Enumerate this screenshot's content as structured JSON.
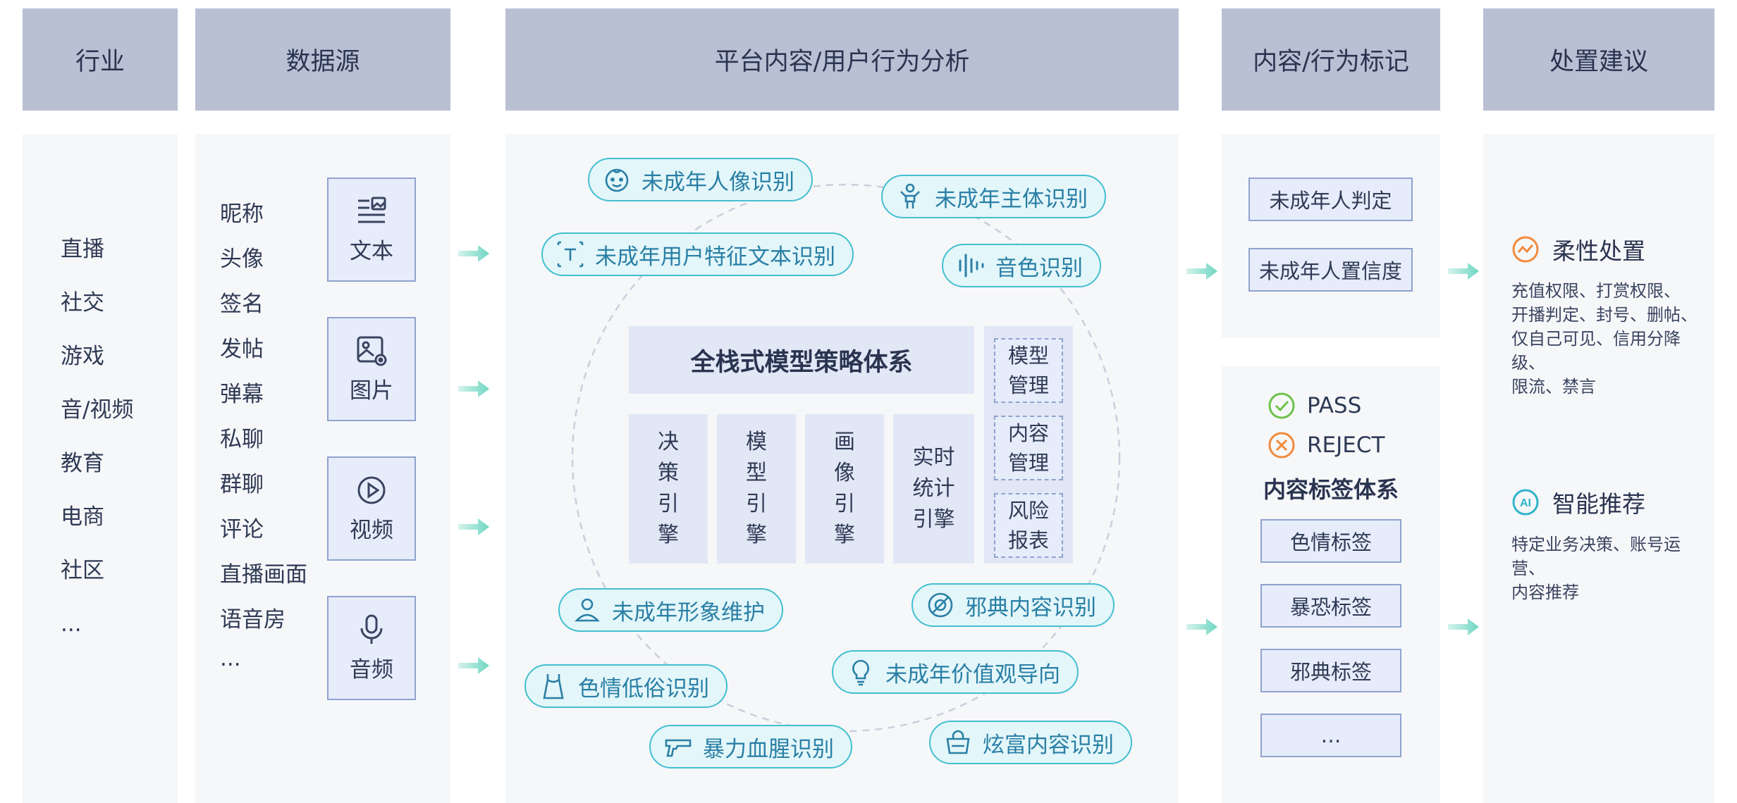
{
  "headers": {
    "industry": "行业",
    "source": "数据源",
    "analysis": "平台内容/用户行为分析",
    "marks": "内容/行为标记",
    "suggestion": "处置建议"
  },
  "industries": [
    "直播",
    "社交",
    "游戏",
    "音/视频",
    "教育",
    "电商",
    "社区",
    "..."
  ],
  "sources": [
    "昵称",
    "头像",
    "签名",
    "发帖",
    "弹幕",
    "私聊",
    "群聊",
    "评论",
    "直播画面",
    "语音房",
    "···"
  ],
  "media_types": {
    "text": "文本",
    "image": "图片",
    "video": "视频",
    "audio": "音频"
  },
  "capabilities": {
    "minor_portrait": "未成年人像识别",
    "minor_subject": "未成年主体识别",
    "minor_text": "未成年用户特征文本识别",
    "voice": "音色识别",
    "minor_image_protect": "未成年形象维护",
    "cult": "邪典内容识别",
    "vulgar": "色情低俗识别",
    "values": "未成年价值观导向",
    "violence": "暴力血腥识别",
    "flaunt": "炫富内容识别"
  },
  "core": {
    "title": "全栈式模型策略体系",
    "decision": [
      "决",
      "策",
      "引",
      "擎"
    ],
    "model": [
      "模",
      "型",
      "引",
      "擎"
    ],
    "profile": [
      "画",
      "像",
      "引",
      "擎"
    ],
    "realtime": [
      "实时",
      "统计",
      "引擎"
    ],
    "model_mgmt": [
      "模型",
      "管理"
    ],
    "content_mgmt": [
      "内容",
      "管理"
    ],
    "risk_report": [
      "风险",
      "报表"
    ]
  },
  "marks": {
    "minor_judge": "未成年人判定",
    "minor_confidence": "未成年人置信度",
    "pass": "PASS",
    "reject": "REJECT",
    "label_system": "内容标签体系",
    "labels": [
      "色情标签",
      "暴恐标签",
      "邪典标签",
      "…"
    ]
  },
  "suggestions": {
    "flexible_title": "柔性处置",
    "flexible_lines": [
      "充值权限、打赏权限、",
      "开播判定、封号、删帖、",
      "仅自己可见、信用分降级、",
      "限流、禁言"
    ],
    "smart_title": "智能推荐",
    "smart_lines": [
      "特定业务决策、账号运营、",
      "内容推荐"
    ],
    "ai_badge": "AI"
  },
  "colors": {
    "header_bg": "#b9c0d4",
    "panel_bg": "#f6f7f9",
    "tile_bg": "#e6ecfa",
    "tile_border": "#8fa3cf",
    "pill_border": "#43bfd0",
    "pill_bg": "#e3f6f9",
    "pill_text": "#2a7fa6",
    "arrow": "#6fd6c2",
    "pass": "#6cc24a",
    "reject": "#f08a3c",
    "ai": "#2fb3c9"
  }
}
